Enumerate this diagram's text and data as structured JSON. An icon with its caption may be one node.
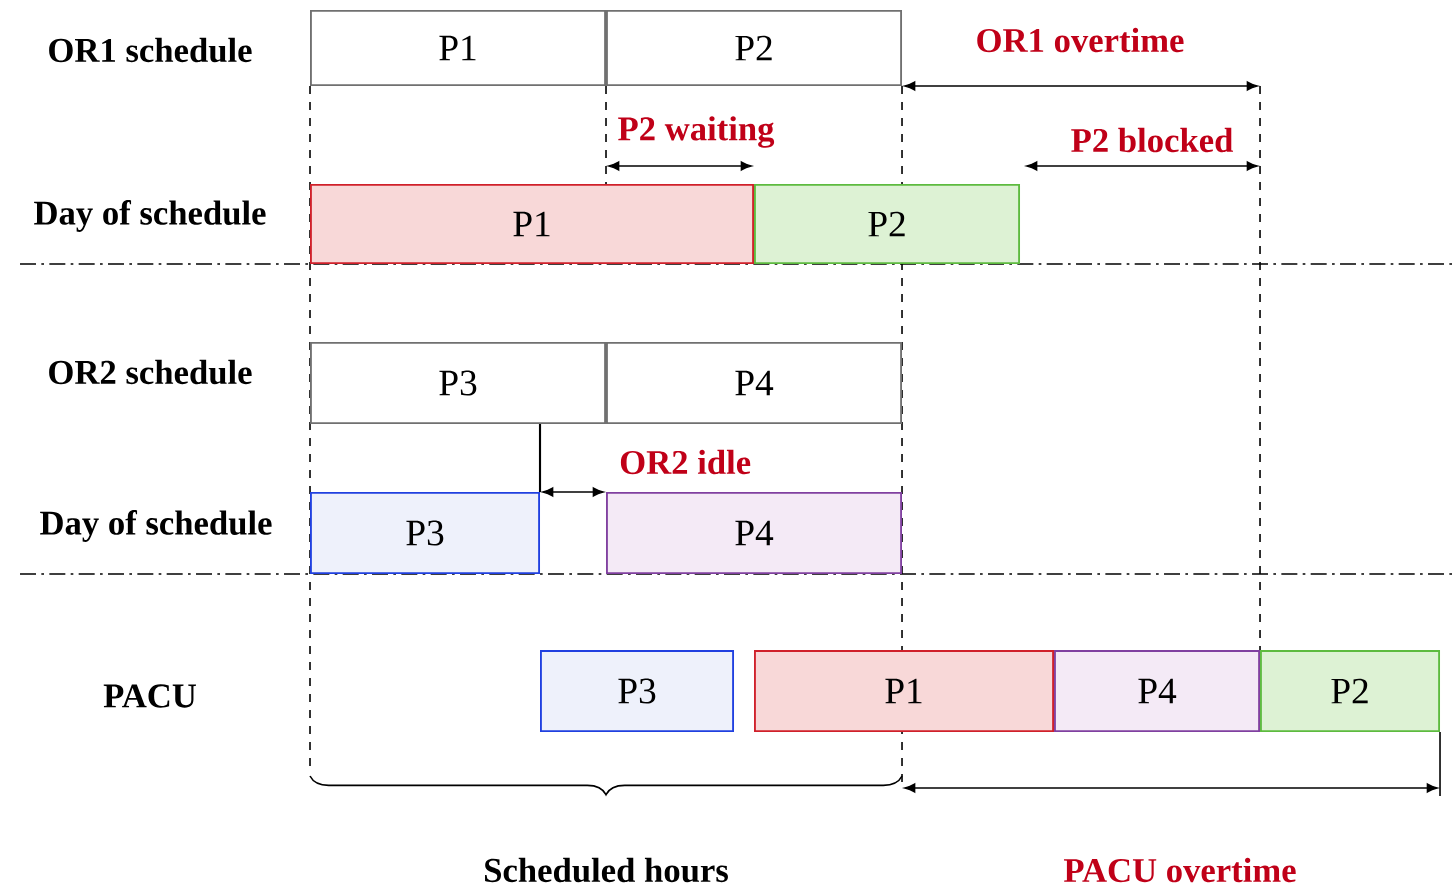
{
  "diagram": {
    "nodes": [
      {
        "text": [
          "P1"
        ]
      },
      {
        "text": [
          "P2"
        ]
      },
      {
        "text": [
          "P1"
        ]
      },
      {
        "text": [
          "P2"
        ]
      },
      {
        "text": [
          "P3"
        ]
      },
      {
        "text": [
          "P4"
        ]
      },
      {
        "text": [
          "P3"
        ]
      },
      {
        "text": [
          "P4"
        ]
      },
      {
        "text": [
          "P3"
        ]
      },
      {
        "text": [
          "P1"
        ]
      },
      {
        "text": [
          "P4"
        ]
      },
      {
        "text": [
          "P2"
        ]
      }
    ],
    "labels": [
      "OR1 schedule",
      "OR1 overtime",
      "P2 waiting",
      "P2 blocked",
      "Day of schedule",
      "OR2 schedule",
      "OR2 idle",
      "Day of schedule",
      "PACU",
      "Scheduled hours",
      "PACU overtime"
    ]
  }
}
